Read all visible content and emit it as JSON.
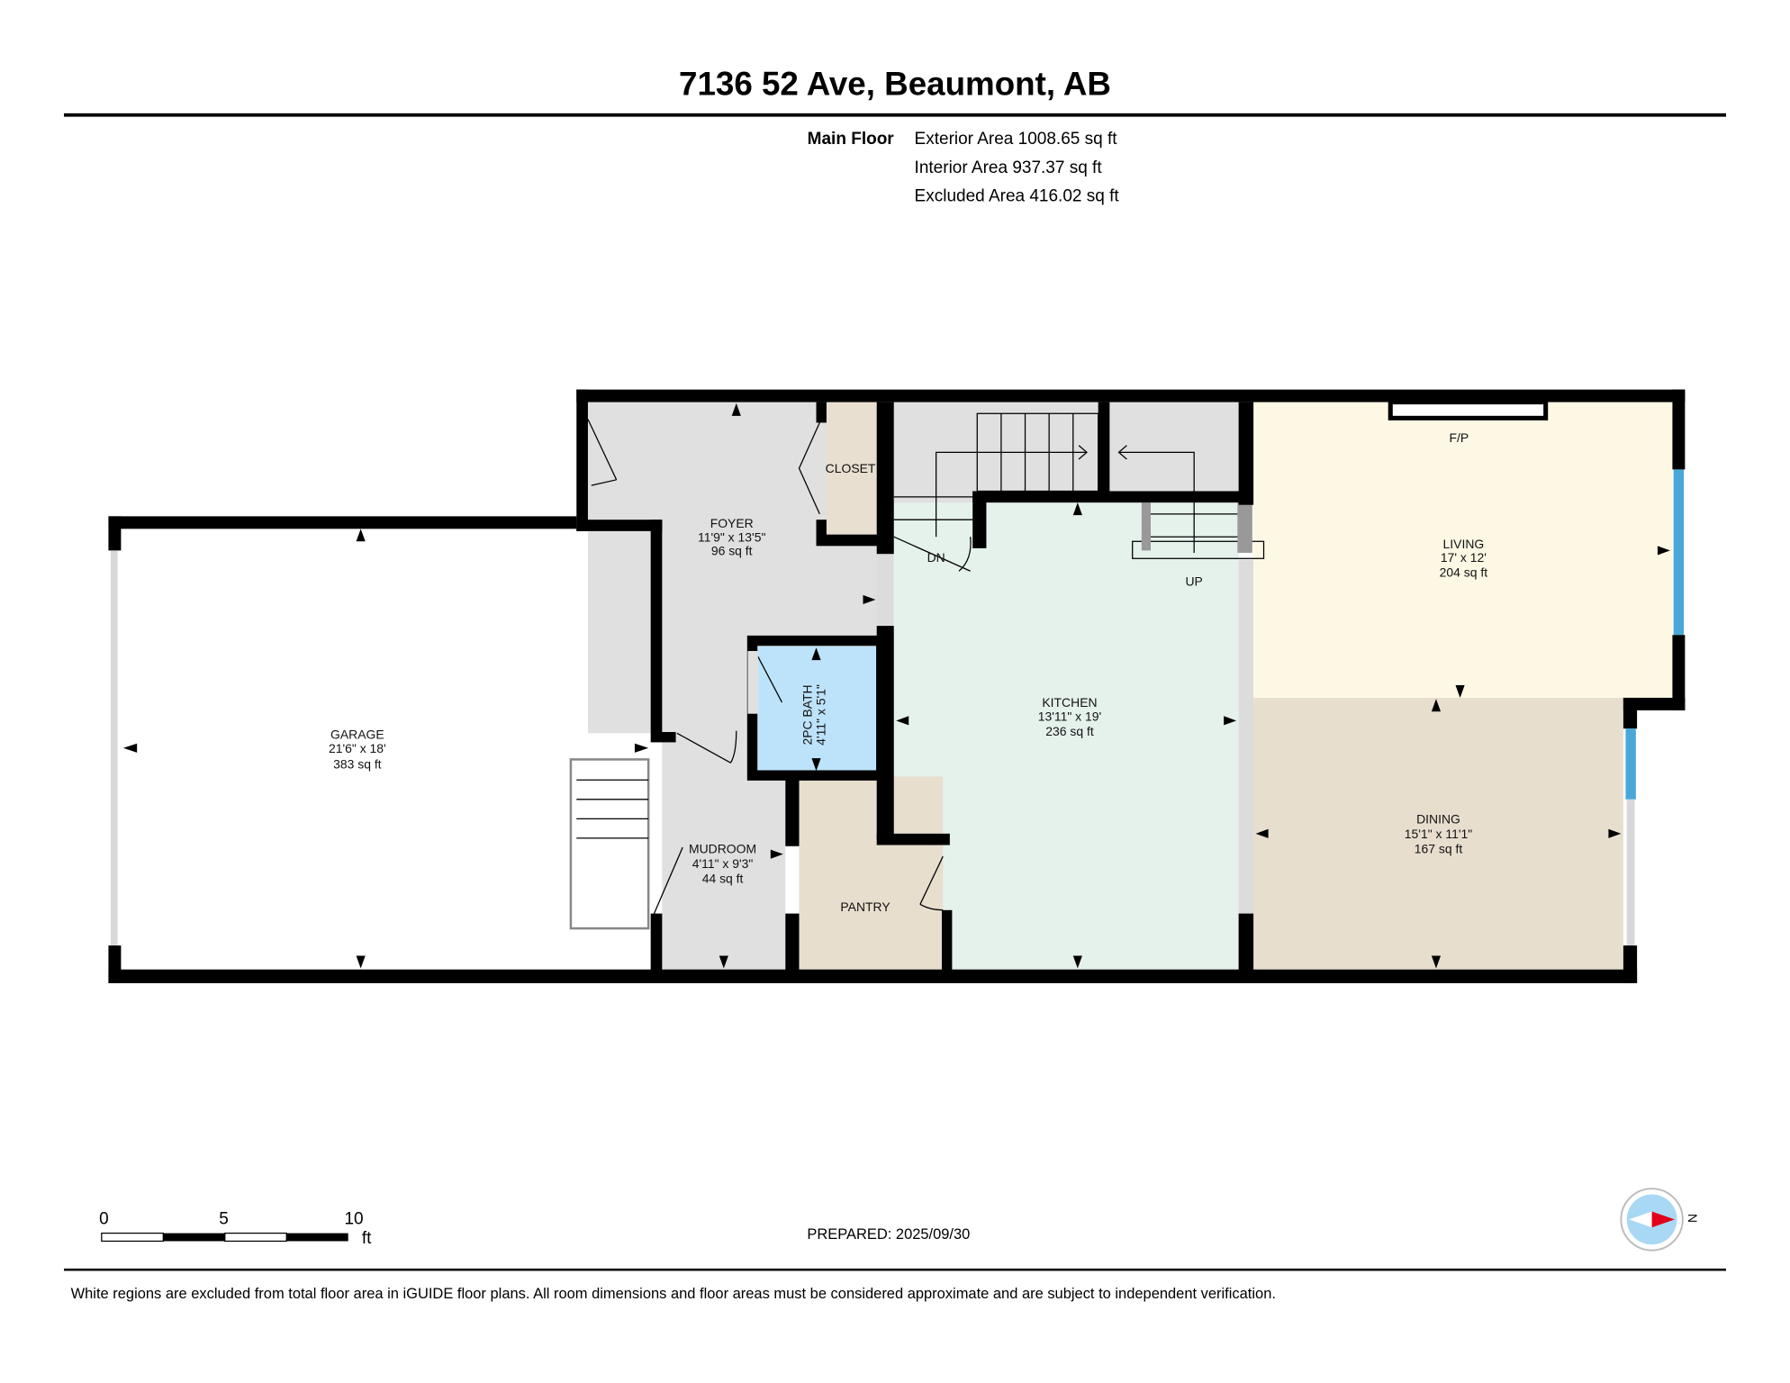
{
  "header": {
    "title": "7136 52 Ave, Beaumont, AB"
  },
  "summary": {
    "floor_label": "Main Floor",
    "exterior": "Exterior Area 1008.65 sq ft",
    "interior": "Interior Area 937.37 sq ft",
    "excluded": "Excluded Area 416.02 sq ft"
  },
  "rooms": {
    "foyer": {
      "name": "FOYER",
      "dims": "11'9\" x 13'5\"",
      "area": "96 sq ft"
    },
    "closet": {
      "name": "CLOSET"
    },
    "garage": {
      "name": "GARAGE",
      "dims": "21'6\" x 18'",
      "area": "383 sq ft"
    },
    "bath": {
      "name": "2PC BATH",
      "dims": "4'11\" x 5'1\""
    },
    "mudroom": {
      "name": "MUDROOM",
      "dims": "4'11\" x 9'3\"",
      "area": "44 sq ft"
    },
    "pantry": {
      "name": "PANTRY"
    },
    "kitchen": {
      "name": "KITCHEN",
      "dims": "13'11\" x 19'",
      "area": "236 sq ft"
    },
    "living": {
      "name": "LIVING",
      "dims": "17' x 12'",
      "area": "204 sq ft"
    },
    "dining": {
      "name": "DINING",
      "dims": "15'1\" x 11'1\"",
      "area": "167 sq ft"
    },
    "fireplace": "F/P",
    "stairs_down": "DN",
    "stairs_up": "UP"
  },
  "colors": {
    "foyer": "#e0e0e0",
    "closet": "#e8dfd0",
    "bath": "#bde3fa",
    "kitchen": "#e5f2ec",
    "living": "#fdf8e4",
    "dining": "#e8dece",
    "pantry": "#e8dece",
    "window": "#4aa8d8"
  },
  "scale": {
    "t0": "0",
    "t5": "5",
    "t10": "10",
    "unit": "ft"
  },
  "prepared": "PREPARED: 2025/09/30",
  "compass": {
    "north": "N"
  },
  "footer": {
    "disclaimer": "White regions are excluded from total floor area in iGUIDE floor plans. All room dimensions and floor areas must be considered approximate and are subject to independent verification."
  }
}
